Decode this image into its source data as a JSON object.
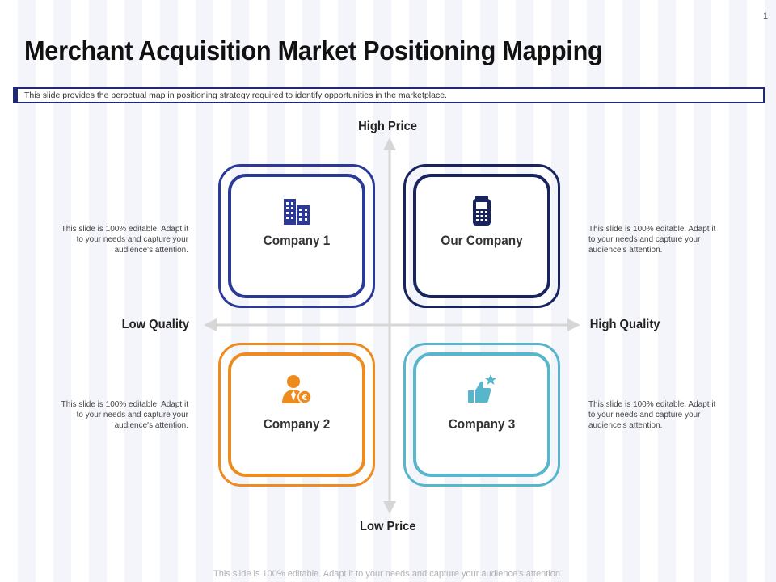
{
  "page_number": "1",
  "title": "Merchant Acquisition Market Positioning Mapping",
  "subtitle": "This slide provides the perpetual map in positioning strategy required to identify opportunities in the marketplace.",
  "axes": {
    "top": "High Price",
    "bottom": "Low Price",
    "left": "Low Quality",
    "right": "High Quality"
  },
  "quadrants": {
    "top_left": {
      "label": "Company 1",
      "icon": "office-building-icon",
      "color": "#2c3a97"
    },
    "top_right": {
      "label": "Our Company",
      "icon": "payment-terminal-icon",
      "color": "#19245e"
    },
    "bottom_left": {
      "label": "Company 2",
      "icon": "businessman-euro-icon",
      "color": "#ed8b1f"
    },
    "bottom_right": {
      "label": "Company 3",
      "icon": "thumbs-up-star-icon",
      "color": "#57b5cc"
    }
  },
  "notes": {
    "top_left": "This slide is 100% editable.  Adapt it to your needs and capture your audience's attention.",
    "top_right": "This slide is 100% editable.  Adapt it to your needs and capture your audience's attention.",
    "bottom_left": "This slide is 100% editable.  Adapt it to your needs and capture your audience's attention.",
    "bottom_right": "This slide is 100% editable.  Adapt it to your needs and capture your audience's attention."
  },
  "footer": "This slide is 100% editable. Adapt it to your needs and capture your audience's attention."
}
